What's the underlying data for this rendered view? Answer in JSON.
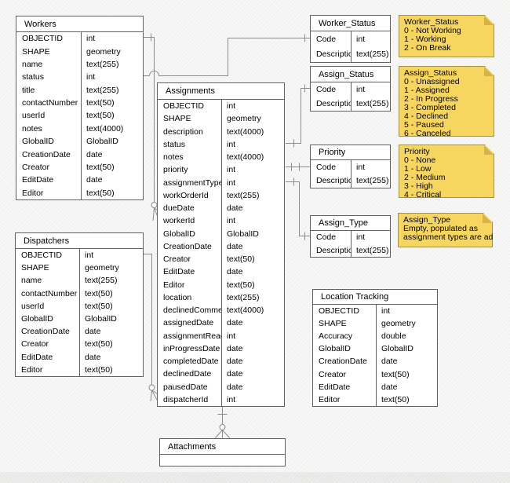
{
  "colors": {
    "background": "#F4F4F3",
    "table_fill": "#FFFFFF",
    "table_border": "#616161",
    "connector": "#8C8C8C",
    "note_fill": "#F6D65F",
    "note_fold": "#D5B349",
    "note_border": "#A3914A"
  },
  "tables": {
    "workers": {
      "title": "Workers",
      "fields": [
        [
          "OBJECTID",
          "int"
        ],
        [
          "SHAPE",
          "geometry"
        ],
        [
          "name",
          "text(255)"
        ],
        [
          "status",
          "int"
        ],
        [
          "title",
          "text(255)"
        ],
        [
          "contactNumber",
          "text(50)"
        ],
        [
          "userId",
          "text(50)"
        ],
        [
          "notes",
          "text(4000)"
        ],
        [
          "GlobalID",
          "GlobalID"
        ],
        [
          "CreationDate",
          "date"
        ],
        [
          "Creator",
          "text(50)"
        ],
        [
          "EditDate",
          "date"
        ],
        [
          "Editor",
          "text(50)"
        ]
      ]
    },
    "dispatchers": {
      "title": "Dispatchers",
      "fields": [
        [
          "OBJECTID",
          "int"
        ],
        [
          "SHAPE",
          "geometry"
        ],
        [
          "name",
          "text(255)"
        ],
        [
          "contactNumber",
          "text(50)"
        ],
        [
          "userId",
          "text(50)"
        ],
        [
          "GlobalID",
          "GlobalID"
        ],
        [
          "CreationDate",
          "date"
        ],
        [
          "Creator",
          "text(50)"
        ],
        [
          "EditDate",
          "date"
        ],
        [
          "Editor",
          "text(50)"
        ]
      ]
    },
    "assignments": {
      "title": "Assignments",
      "fields": [
        [
          "OBJECTID",
          "int"
        ],
        [
          "SHAPE",
          "geometry"
        ],
        [
          "description",
          "text(4000)"
        ],
        [
          "status",
          "int"
        ],
        [
          "notes",
          "text(4000)"
        ],
        [
          "priority",
          "int"
        ],
        [
          "assignmentType",
          "int"
        ],
        [
          "workOrderId",
          "text(255)"
        ],
        [
          "dueDate",
          "date"
        ],
        [
          "workerId",
          "int"
        ],
        [
          "GlobalID",
          "GlobalID"
        ],
        [
          "CreationDate",
          "date"
        ],
        [
          "Creator",
          "text(50)"
        ],
        [
          "EditDate",
          "date"
        ],
        [
          "Editor",
          "text(50)"
        ],
        [
          "location",
          "text(255)"
        ],
        [
          "declinedComment",
          "text(4000)"
        ],
        [
          "assignedDate",
          "date"
        ],
        [
          "assignmentRead",
          "int"
        ],
        [
          "inProgressDate",
          "date"
        ],
        [
          "completedDate",
          "date"
        ],
        [
          "declinedDate",
          "date"
        ],
        [
          "pausedDate",
          "date"
        ],
        [
          "dispatcherId",
          "int"
        ]
      ]
    },
    "worker_status": {
      "title": "Worker_Status",
      "fields": [
        [
          "Code",
          "int"
        ],
        [
          "Description",
          "text(255)"
        ]
      ]
    },
    "assign_status": {
      "title": "Assign_Status",
      "fields": [
        [
          "Code",
          "int"
        ],
        [
          "Description",
          "text(255)"
        ]
      ]
    },
    "priority": {
      "title": "Priority",
      "fields": [
        [
          "Code",
          "int"
        ],
        [
          "Description",
          "text(255)"
        ]
      ]
    },
    "assign_type": {
      "title": "Assign_Type",
      "fields": [
        [
          "Code",
          "int"
        ],
        [
          "Description",
          "text(255)"
        ]
      ]
    },
    "location_tracking": {
      "title": "Location Tracking",
      "fields": [
        [
          "OBJECTID",
          "int"
        ],
        [
          "SHAPE",
          "geometry"
        ],
        [
          "Accuracy",
          "double"
        ],
        [
          "GlobalID",
          "GlobalID"
        ],
        [
          "CreationDate",
          "date"
        ],
        [
          "Creator",
          "text(50)"
        ],
        [
          "EditDate",
          "date"
        ],
        [
          "Editor",
          "text(50)"
        ]
      ]
    },
    "attachments": {
      "title": "Attachments",
      "fields": []
    }
  },
  "notes": {
    "worker_status": {
      "title": "Worker_Status",
      "lines": [
        "0 - Not Working",
        "1 - Working",
        "2 - On Break"
      ]
    },
    "assign_status": {
      "title": "Assign_Status",
      "lines": [
        "0 - Unassigned",
        "1 - Assigned",
        "2 - In Progress",
        "3 - Completed",
        "4 - Declined",
        "5 - Paused",
        "6 - Canceled"
      ]
    },
    "priority": {
      "title": "Priority",
      "lines": [
        "0 - None",
        "1 - Low",
        "2 - Medium",
        "3 - High",
        "4 - Critical"
      ]
    },
    "assign_type": {
      "title": "Assign_Type",
      "lines": [
        "Empty, populated as",
        "assignment types are added"
      ]
    }
  },
  "relationships": [
    {
      "from": "Workers.OBJECTID",
      "to": "Assignments.workerId",
      "end_marker": "zero-or-many"
    },
    {
      "from": "Workers.status",
      "to": "Worker_Status.Code",
      "end_marker": "one"
    },
    {
      "from": "Dispatchers.OBJECTID",
      "to": "Assignments.dispatcherId",
      "end_marker": "zero-or-many"
    },
    {
      "from": "Assignments.status",
      "to": "Assign_Status.Code",
      "end_marker": "one-to-one"
    },
    {
      "from": "Assignments.priority",
      "to": "Priority.Code",
      "end_marker": "one-to-one"
    },
    {
      "from": "Assignments.assignmentType",
      "to": "Assign_Type.Code",
      "end_marker": "one-to-one"
    },
    {
      "from": "Assignments",
      "to": "Attachments",
      "end_marker": "one-to-zero-or-many"
    }
  ]
}
